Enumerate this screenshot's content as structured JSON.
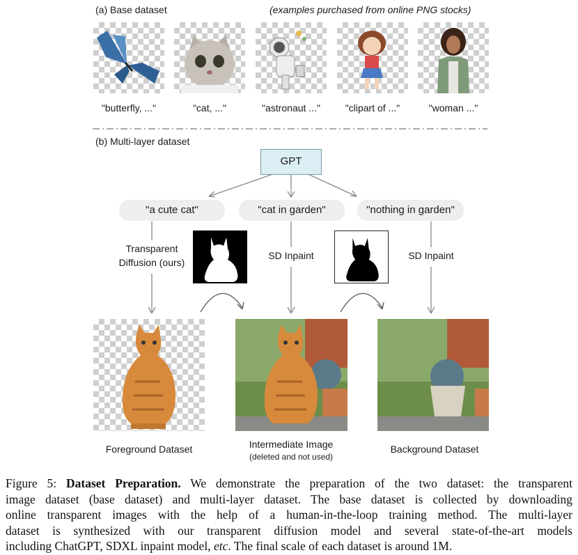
{
  "section_a": {
    "title": "(a) Base dataset",
    "note": "(examples purchased from online PNG stocks)",
    "examples": [
      {
        "caption": "\"butterfly, ...\"",
        "icon": "butterfly-image"
      },
      {
        "caption": "\"cat, ...\"",
        "icon": "kitten-image"
      },
      {
        "caption": "\"astronaut ...\"",
        "icon": "astronaut-image"
      },
      {
        "caption": "\"clipart of ...\"",
        "icon": "clipart-girl-image"
      },
      {
        "caption": "\"woman ...\"",
        "icon": "woman-image"
      }
    ]
  },
  "section_b": {
    "title": "(b) Multi-layer dataset",
    "gpt_label": "GPT",
    "prompts": [
      "\"a cute cat\"",
      "\"cat in garden\"",
      "\"nothing in garden\""
    ],
    "steps": {
      "transparent_line1": "Transparent",
      "transparent_line2": "Diffusion (ours)",
      "inpaint1": "SD Inpaint",
      "inpaint2": "SD Inpaint"
    },
    "outputs": {
      "foreground": "Foreground Dataset",
      "intermediate": "Intermediate Image",
      "intermediate_note": "(deleted and not used)",
      "background": "Background Dataset"
    }
  },
  "figure_caption": {
    "label": "Figure 5:",
    "title": "Dataset Preparation.",
    "line1": "We demonstrate the preparation of the two dataset: the transparent",
    "line2": "image dataset (base dataset) and multi-layer dataset. The base dataset is collected by downloading",
    "line3": "online transparent images with the help of a human-in-the-loop training method. The multi-layer",
    "line4": "dataset is synthesized with our transparent diffusion model and several state-of-the-art models",
    "line5_pre": "including ChatGPT, SDXL inpaint model,",
    "line5_etc": "etc",
    "line5_post": ". The final scale of each dataset is around 1M."
  }
}
